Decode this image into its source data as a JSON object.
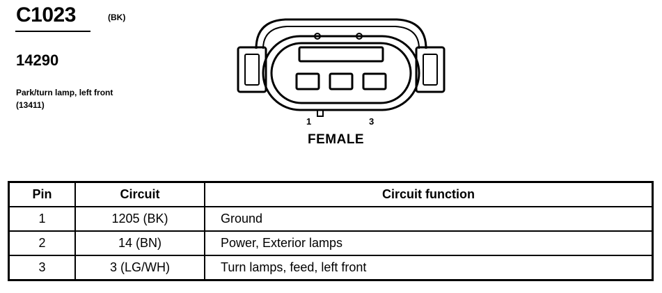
{
  "connector": {
    "id": "C1023",
    "color_code": "(BK)",
    "harness_number": "14290",
    "description": "Park/turn lamp, left front (13411)",
    "gender": "FEMALE",
    "pin_labels": [
      "1",
      "3"
    ]
  },
  "table": {
    "headers": [
      "Pin",
      "Circuit",
      "Circuit function"
    ],
    "rows": [
      {
        "pin": "1",
        "circuit": "1205 (BK)",
        "function": "Ground"
      },
      {
        "pin": "2",
        "circuit": "14 (BN)",
        "function": "Power, Exterior lamps"
      },
      {
        "pin": "3",
        "circuit": "3 (LG/WH)",
        "function": "Turn lamps, feed, left front"
      }
    ]
  }
}
